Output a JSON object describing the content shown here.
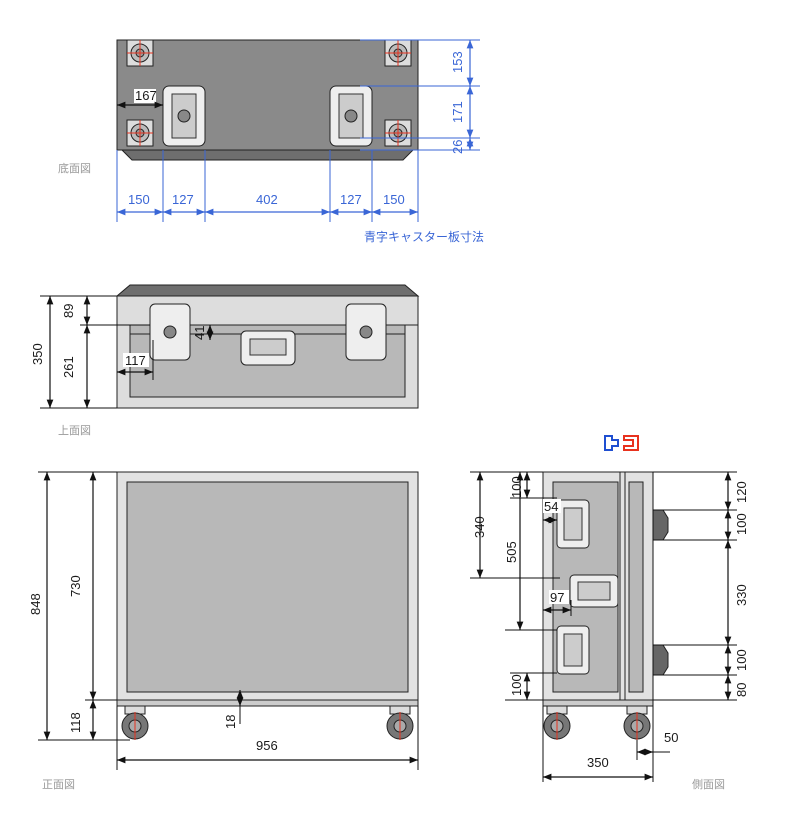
{
  "views": {
    "bottom": {
      "caption": "底面図",
      "note": "青字キャスター板寸法",
      "widths": [
        "150",
        "127",
        "402",
        "127",
        "150"
      ],
      "heights": [
        "153",
        "171",
        "26"
      ],
      "latch_offset": "167"
    },
    "top": {
      "caption": "上面図",
      "total_height": "350",
      "heights": [
        "89",
        "261"
      ],
      "latch_offset": "117",
      "handle_offset": "41"
    },
    "front": {
      "caption": "正面図",
      "total_height": "848",
      "body_height": "730",
      "caster_height": "118",
      "gap": "18",
      "width": "956"
    },
    "side": {
      "caption": "側面図",
      "left_dims": [
        "340",
        "505",
        "100",
        "54",
        "97",
        "100"
      ],
      "right_dims": [
        "120",
        "100",
        "330",
        "100",
        "80"
      ],
      "offset": "50",
      "width": "350"
    }
  },
  "colors": {
    "dimension_blue": "#3a66d6",
    "caster_red": "#e8321e",
    "case_dark": "#8a8a8a",
    "panel_gray": "#b8b8b8"
  },
  "icons": {
    "opening_direction": "lid-open-icon"
  }
}
